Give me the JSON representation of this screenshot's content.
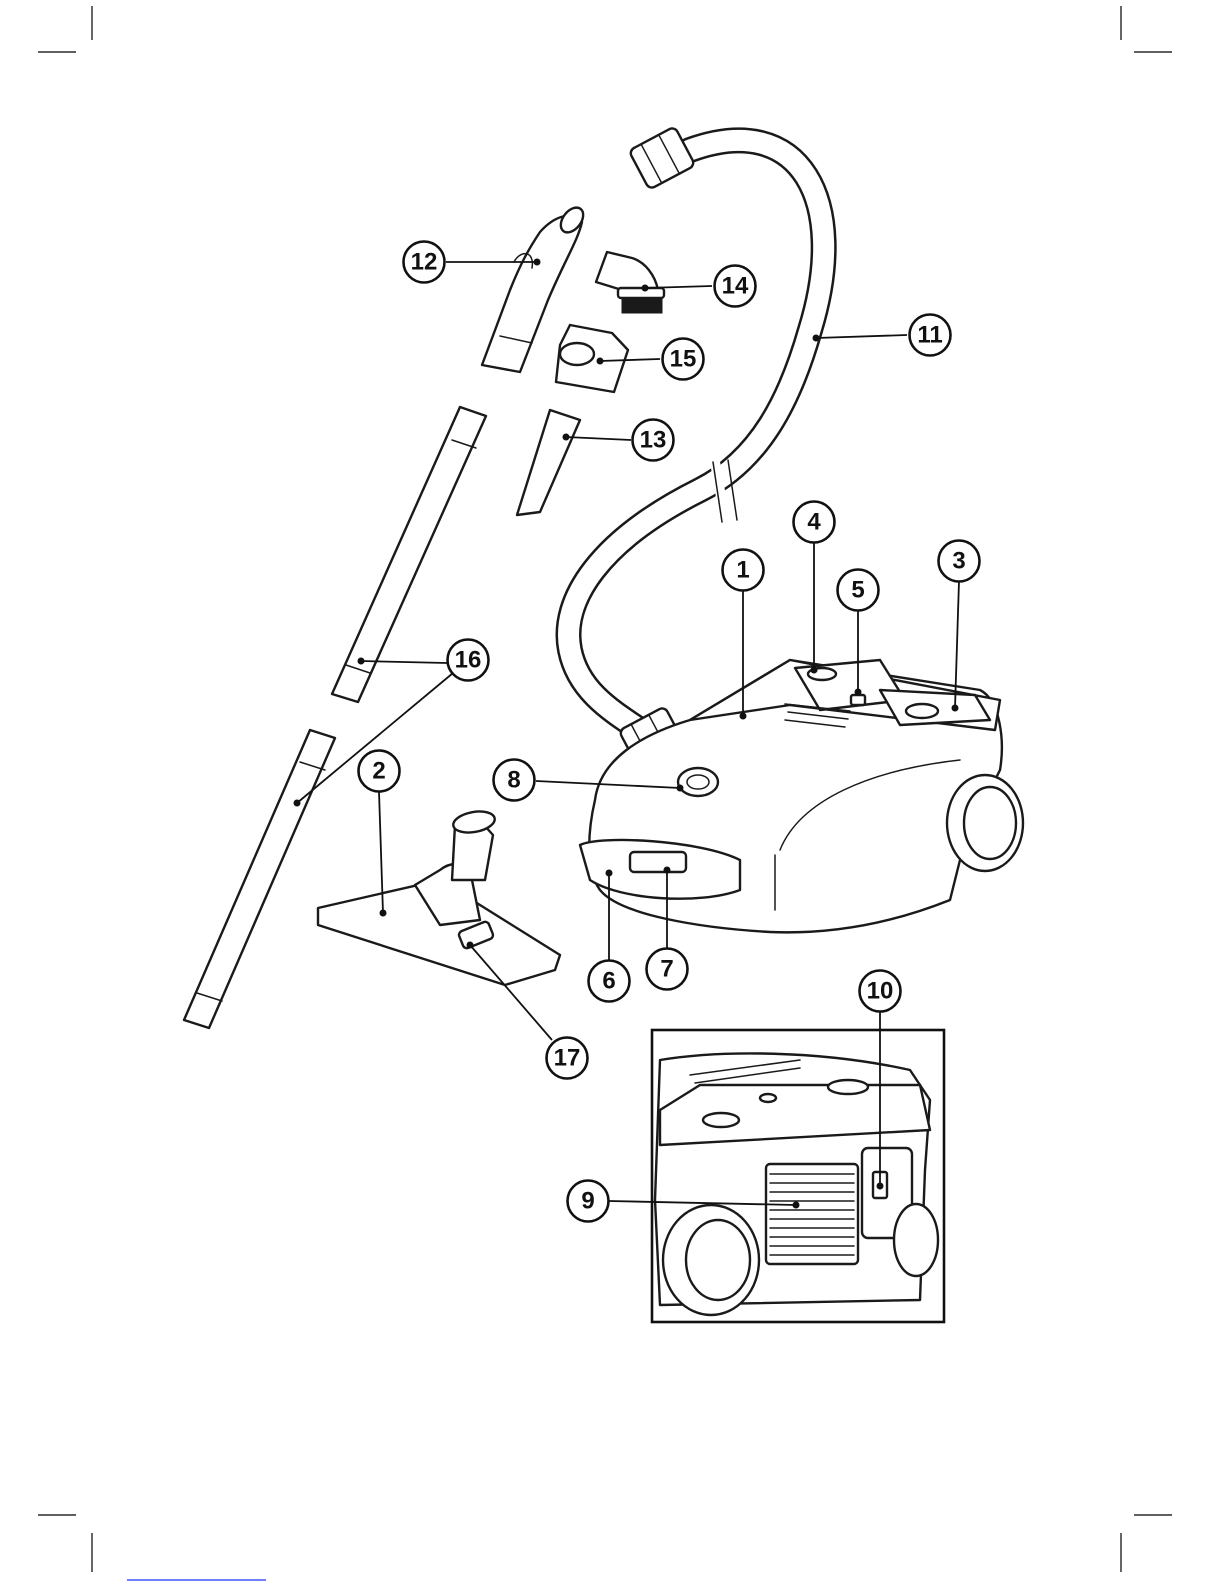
{
  "callouts": {
    "c1": "1",
    "c2": "2",
    "c3": "3",
    "c4": "4",
    "c5": "5",
    "c6": "6",
    "c7": "7",
    "c8": "8",
    "c9": "9",
    "c10": "10",
    "c11": "11",
    "c12": "12",
    "c13": "13",
    "c14": "14",
    "c15": "15",
    "c16": "16",
    "c17": "17"
  },
  "icons": {
    "vacuum_body": "vacuum-body-icon",
    "hose": "hose-icon",
    "handle": "hose-handle-icon",
    "tube": "extension-tube-icon",
    "floor_nozzle": "floor-nozzle-icon",
    "crevice_tool": "crevice-tool-icon",
    "brush_tool": "dusting-brush-icon",
    "upholstery_tool": "upholstery-tool-icon",
    "rear_view": "rear-view-inset-icon"
  },
  "colors": {
    "ink": "#1a1a1a",
    "paper": "#ffffff",
    "link_underline": "#1a33ff"
  }
}
